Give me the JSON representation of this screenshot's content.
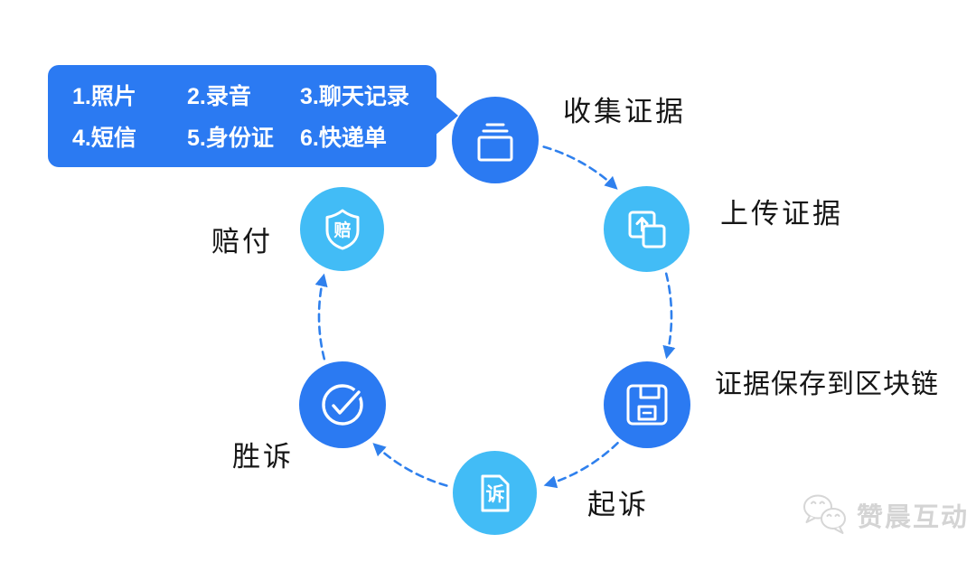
{
  "callout": {
    "items": [
      {
        "label": "1.照片"
      },
      {
        "label": "2.录音"
      },
      {
        "label": "3.聊天记录"
      },
      {
        "label": "4.短信"
      },
      {
        "label": "5.身份证"
      },
      {
        "label": "6.快递单"
      }
    ],
    "bg_color": "#2B7AF2",
    "text_color": "#FFFFFF"
  },
  "flow": {
    "nodes": [
      {
        "label": "收集证据",
        "icon": "collect-evidence-icon",
        "color": "#2B7AF2"
      },
      {
        "label": "上传证据",
        "icon": "upload-evidence-icon",
        "color": "#42BCF6"
      },
      {
        "label": "证据保存到区块链",
        "icon": "save-floppy-icon",
        "color": "#2B7AF2"
      },
      {
        "label": "起诉",
        "icon": "lawsuit-document-icon",
        "icon_char": "诉",
        "color": "#42BCF6"
      },
      {
        "label": "胜诉",
        "icon": "check-circle-icon",
        "color": "#2B7AF2"
      },
      {
        "label": "赔付",
        "icon": "compensation-shield-icon",
        "icon_char": "赔",
        "color": "#42BCF6"
      }
    ],
    "arrow_color": "#2F80ED"
  },
  "watermark": {
    "text": "赞晨互动",
    "icon": "chat-bubbles-icon",
    "color": "#D4D4D4"
  }
}
